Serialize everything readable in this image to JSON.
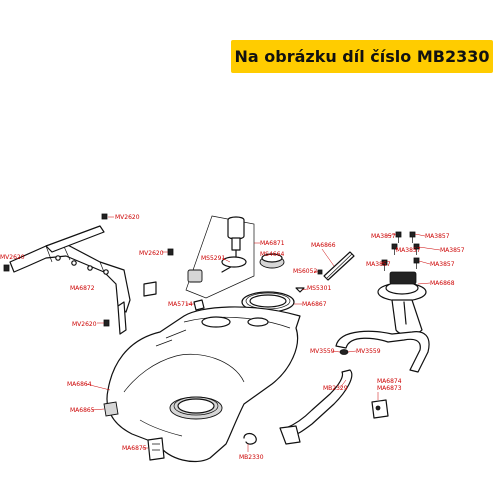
{
  "banner": {
    "text": "Na obrázku díl číslo MB2330",
    "color": "#ffcc00"
  },
  "colors": {
    "label": "#cc0000",
    "outline": "#111111"
  },
  "labels": [
    "MV2620",
    "MV2620",
    "MA6872",
    "MV2620",
    "MV2620",
    "MA6871",
    "MS5291",
    "MS4664",
    "MA5714",
    "MA6867",
    "MA6866",
    "MS6052",
    "MS5301",
    "MA3857",
    "MA3857",
    "MA3857",
    "MA3857",
    "MA3857",
    "MA3857",
    "MA6868",
    "MV3559",
    "MV3559",
    "MB2329",
    "MA6874",
    "MA6873",
    "MA6864",
    "MA6865",
    "MA6875",
    "MB2330"
  ]
}
